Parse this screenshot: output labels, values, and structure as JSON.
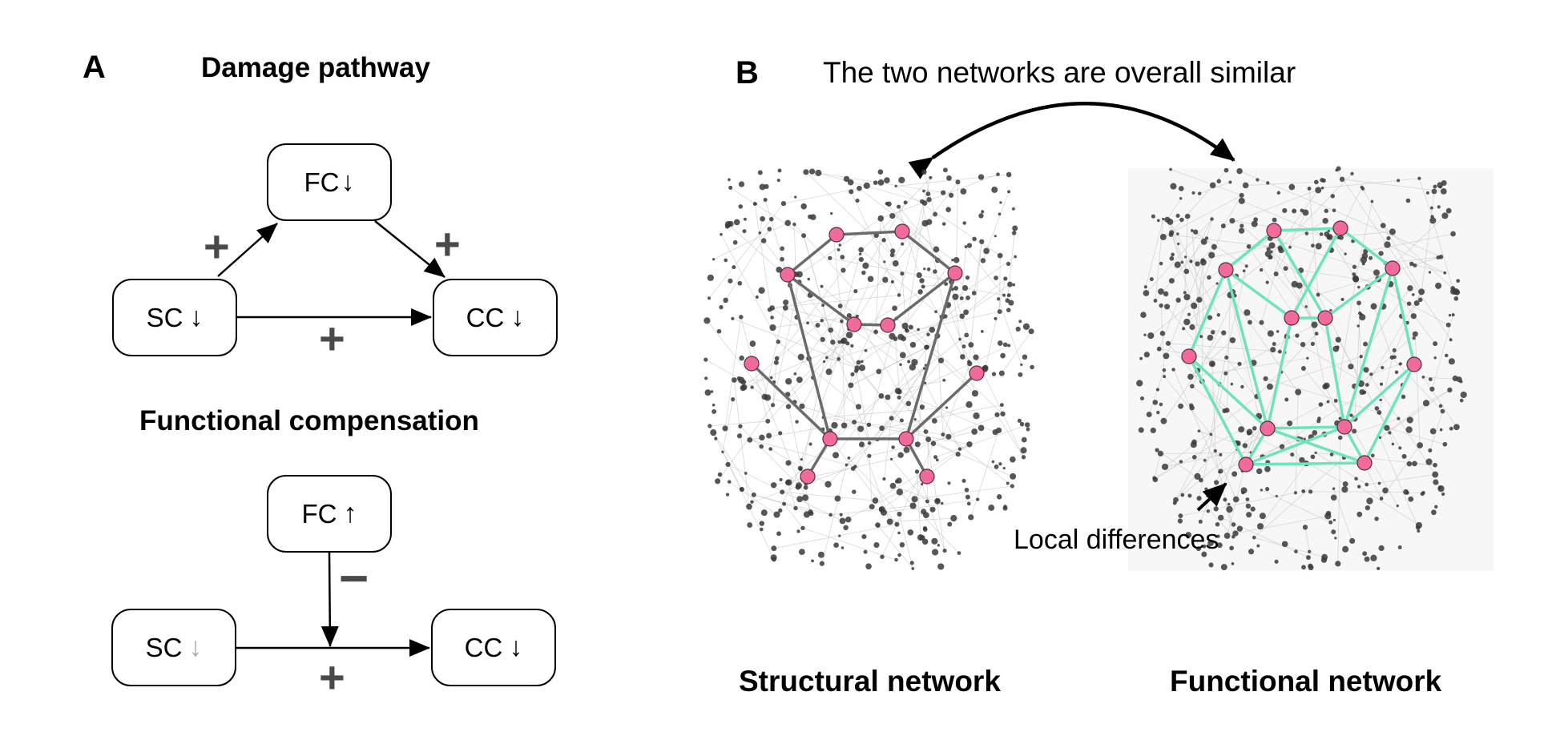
{
  "panel_a": {
    "letter": "A",
    "damage": {
      "heading": "Damage pathway",
      "nodes": {
        "fc": {
          "label": "FC",
          "arrow": "↓"
        },
        "sc": {
          "label": "SC",
          "arrow": "↓"
        },
        "cc": {
          "label": "CC",
          "arrow": "↓"
        }
      },
      "edges": [
        {
          "from": "SC",
          "to": "FC",
          "sign": "+"
        },
        {
          "from": "FC",
          "to": "CC",
          "sign": "+"
        },
        {
          "from": "SC",
          "to": "CC",
          "sign": "+"
        }
      ]
    },
    "compensation": {
      "heading": "Functional compensation",
      "nodes": {
        "fc": {
          "label": "FC",
          "arrow": "↑"
        },
        "sc": {
          "label": "SC",
          "arrow": "↓",
          "arrow_style": "faded"
        },
        "cc": {
          "label": "CC",
          "arrow": "↓"
        }
      },
      "edges": [
        {
          "from": "SC",
          "to": "CC",
          "sign": "+"
        },
        {
          "from": "FC",
          "to": "SC→CC edge",
          "sign": "−"
        }
      ]
    }
  },
  "panel_b": {
    "letter": "B",
    "title": "The two networks are overall similar",
    "annotation": "Local differences",
    "colors": {
      "hub_node": "#f06a9c",
      "structural_edge": "#6b6b6b",
      "functional_edge": "#6fe3b9",
      "background_node": "#3a3a3a",
      "background_edge": "#c8c8c8"
    },
    "structural": {
      "label": "Structural network",
      "hub_count": 12,
      "edges": [
        [
          0,
          1
        ],
        [
          0,
          2
        ],
        [
          1,
          3
        ],
        [
          2,
          4
        ],
        [
          4,
          5
        ],
        [
          5,
          3
        ],
        [
          2,
          8
        ],
        [
          3,
          9
        ],
        [
          6,
          8
        ],
        [
          7,
          9
        ],
        [
          8,
          9
        ],
        [
          8,
          10
        ],
        [
          9,
          11
        ]
      ]
    },
    "functional": {
      "label": "Functional network",
      "hub_count": 12,
      "edges": [
        [
          0,
          1
        ],
        [
          0,
          2
        ],
        [
          1,
          3
        ],
        [
          0,
          5
        ],
        [
          1,
          4
        ],
        [
          2,
          4
        ],
        [
          4,
          5
        ],
        [
          5,
          3
        ],
        [
          2,
          6
        ],
        [
          2,
          8
        ],
        [
          3,
          7
        ],
        [
          3,
          9
        ],
        [
          4,
          8
        ],
        [
          5,
          9
        ],
        [
          6,
          8
        ],
        [
          6,
          10
        ],
        [
          7,
          9
        ],
        [
          7,
          11
        ],
        [
          8,
          9
        ],
        [
          8,
          10
        ],
        [
          8,
          11
        ],
        [
          9,
          10
        ],
        [
          9,
          11
        ],
        [
          10,
          11
        ]
      ]
    }
  }
}
